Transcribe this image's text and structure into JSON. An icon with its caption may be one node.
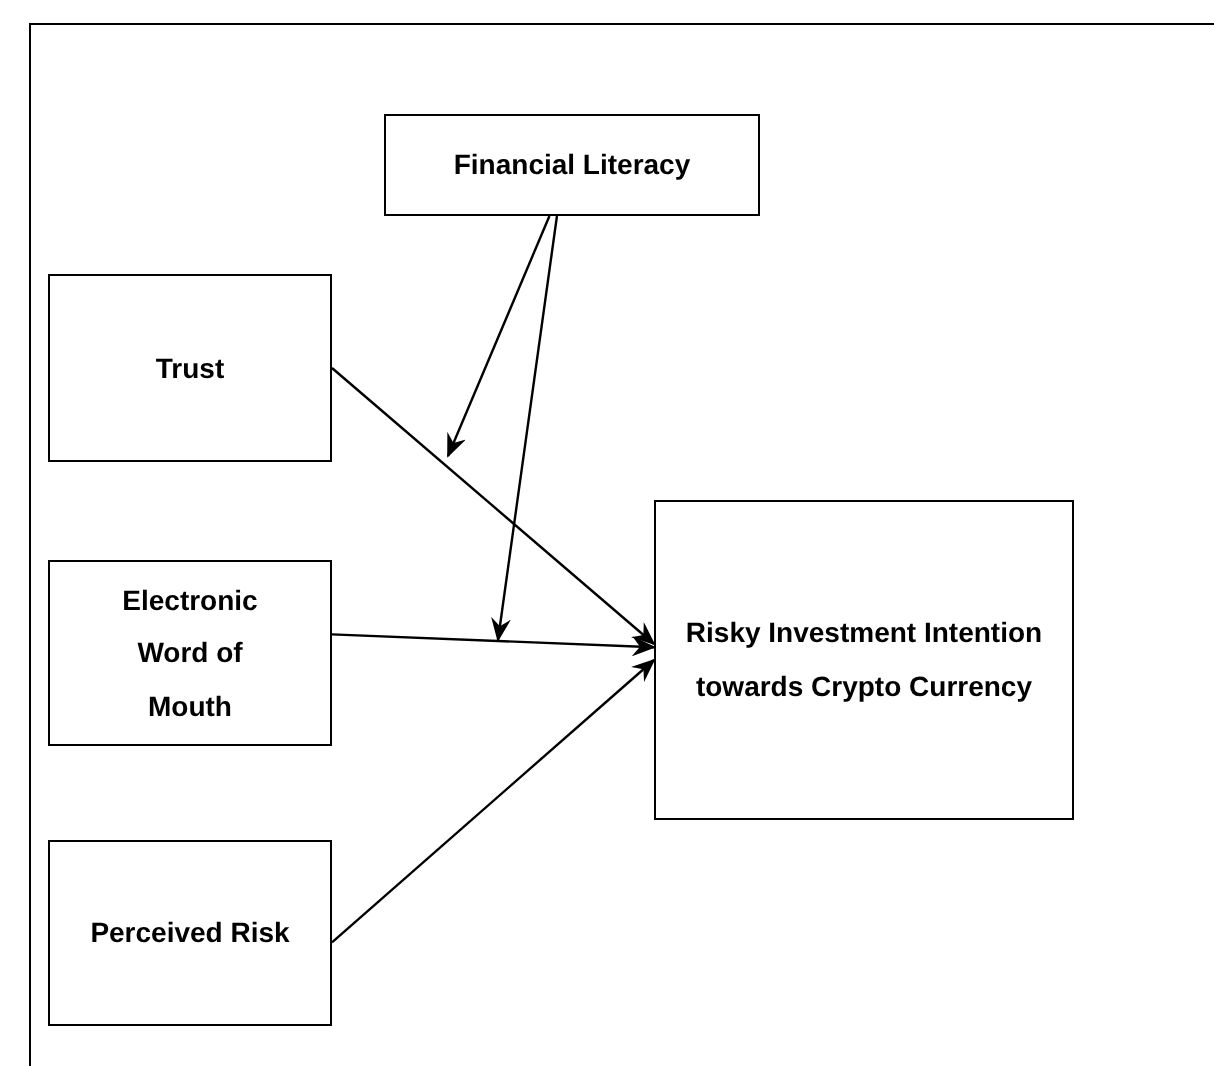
{
  "diagram": {
    "nodes": [
      {
        "text": [
          "Financial Literacy"
        ]
      },
      {
        "text": [
          "Trust"
        ]
      },
      {
        "text": [
          "Electronic Word of Mouth"
        ]
      },
      {
        "text": [
          "Perceived Risk"
        ]
      },
      {
        "text": [
          "Risky Investment Intention towards Crypto Currency"
        ]
      }
    ],
    "edges": [
      {
        "from": 1,
        "to": 4,
        "arrow": "to"
      },
      {
        "from": 2,
        "to": 4,
        "arrow": "to"
      },
      {
        "from": 3,
        "to": 4,
        "arrow": "to"
      },
      {
        "from": 0,
        "to": null,
        "arrow": "to"
      },
      {
        "from": 0,
        "to": null,
        "arrow": "to"
      }
    ]
  }
}
